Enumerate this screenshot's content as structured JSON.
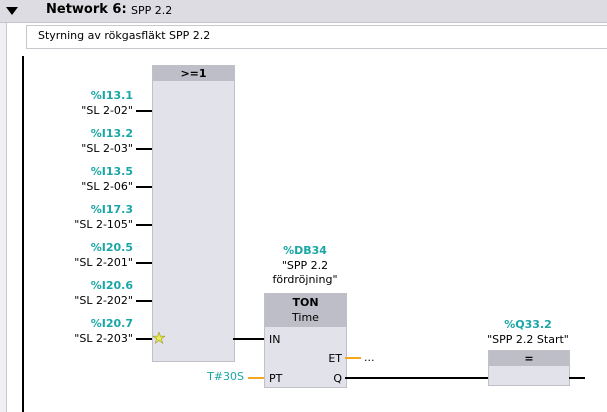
{
  "network": {
    "label": "Network 6:",
    "title": "SPP 2.2",
    "comment": "Styrning av rökgasfläkt SPP 2.2"
  },
  "or_block": {
    "title": ">=1",
    "inputs": [
      {
        "address": "%I13.1",
        "name": "\"SL 2-02\""
      },
      {
        "address": "%I13.2",
        "name": "\"SL 2-03\""
      },
      {
        "address": "%I13.5",
        "name": "\"SL 2-06\""
      },
      {
        "address": "%I17.3",
        "name": "\"SL 2-105\""
      },
      {
        "address": "%I20.5",
        "name": "\"SL 2-201\""
      },
      {
        "address": "%I20.6",
        "name": "\"SL 2-202\""
      },
      {
        "address": "%I20.7",
        "name": "\"SL 2-203\""
      }
    ]
  },
  "timer": {
    "db_address": "%DB34",
    "db_name_line1": "\"SPP 2.2",
    "db_name_line2": "fördröjning\"",
    "type": "TON",
    "subtype": "Time",
    "pin_in": "IN",
    "pin_pt": "PT",
    "pin_et": "ET",
    "pin_q": "Q",
    "pt_value": "T#30S",
    "et_value": "..."
  },
  "coil": {
    "address": "%Q33.2",
    "name": "\"SPP 2.2 Start\"",
    "title": "="
  },
  "colors": {
    "address": "#1aa6a6",
    "header": "#dcdce2",
    "block": "#e2e2ea",
    "block_title": "#bebec8",
    "orange_pin": "#f5a623"
  }
}
